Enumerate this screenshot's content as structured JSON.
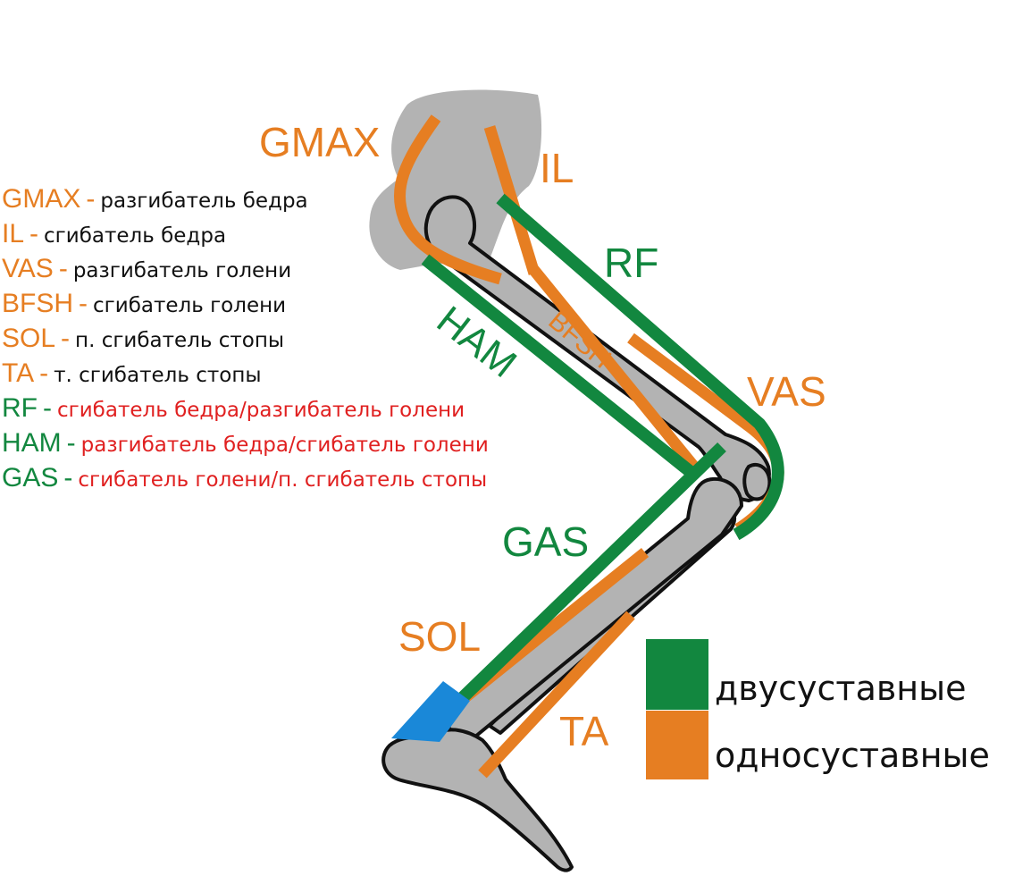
{
  "colors": {
    "one_joint": "#e67e22",
    "two_joint": "#12873f",
    "bone_fill": "#b3b3b3",
    "bone_outline": "#111111",
    "accent_blue": "#1a88d8",
    "text_dark": "#111111",
    "text_red": "#e02020"
  },
  "labels": {
    "gmax": "GMAX",
    "il": "IL",
    "rf": "RF",
    "ham": "HAM",
    "bfsh": "BFSH",
    "vas": "VAS",
    "gas": "GAS",
    "sol": "SOL",
    "ta": "TA"
  },
  "legend": {
    "muscles": [
      {
        "abbr": "GMAX",
        "sep": "-",
        "desc": "разгибатель бедра",
        "group": "one_joint"
      },
      {
        "abbr": "IL",
        "sep": "-",
        "desc": "сгибатель бедра",
        "group": "one_joint"
      },
      {
        "abbr": "VAS",
        "sep": "-",
        "desc": "разгибатель голени",
        "group": "one_joint"
      },
      {
        "abbr": "BFSH",
        "sep": "-",
        "desc": "сгибатель голени",
        "group": "one_joint"
      },
      {
        "abbr": "SOL",
        "sep": "-",
        "desc": "п. сгибатель стопы",
        "group": "one_joint"
      },
      {
        "abbr": "TA",
        "sep": "-",
        "desc": "т. сгибатель стопы",
        "group": "one_joint"
      },
      {
        "abbr": "RF",
        "sep": "-",
        "desc": "сгибатель бедра/разгибатель голени",
        "group": "two_joint"
      },
      {
        "abbr": "HAM",
        "sep": "-",
        "desc": "разгибатель бедра/сгибатель голени",
        "group": "two_joint"
      },
      {
        "abbr": "GAS",
        "sep": "-",
        "desc": "сгибатель голени/п. сгибатель стопы",
        "group": "two_joint"
      }
    ],
    "swatches": {
      "two_joint_label": "двусуставные",
      "one_joint_label": "односуставные"
    }
  }
}
